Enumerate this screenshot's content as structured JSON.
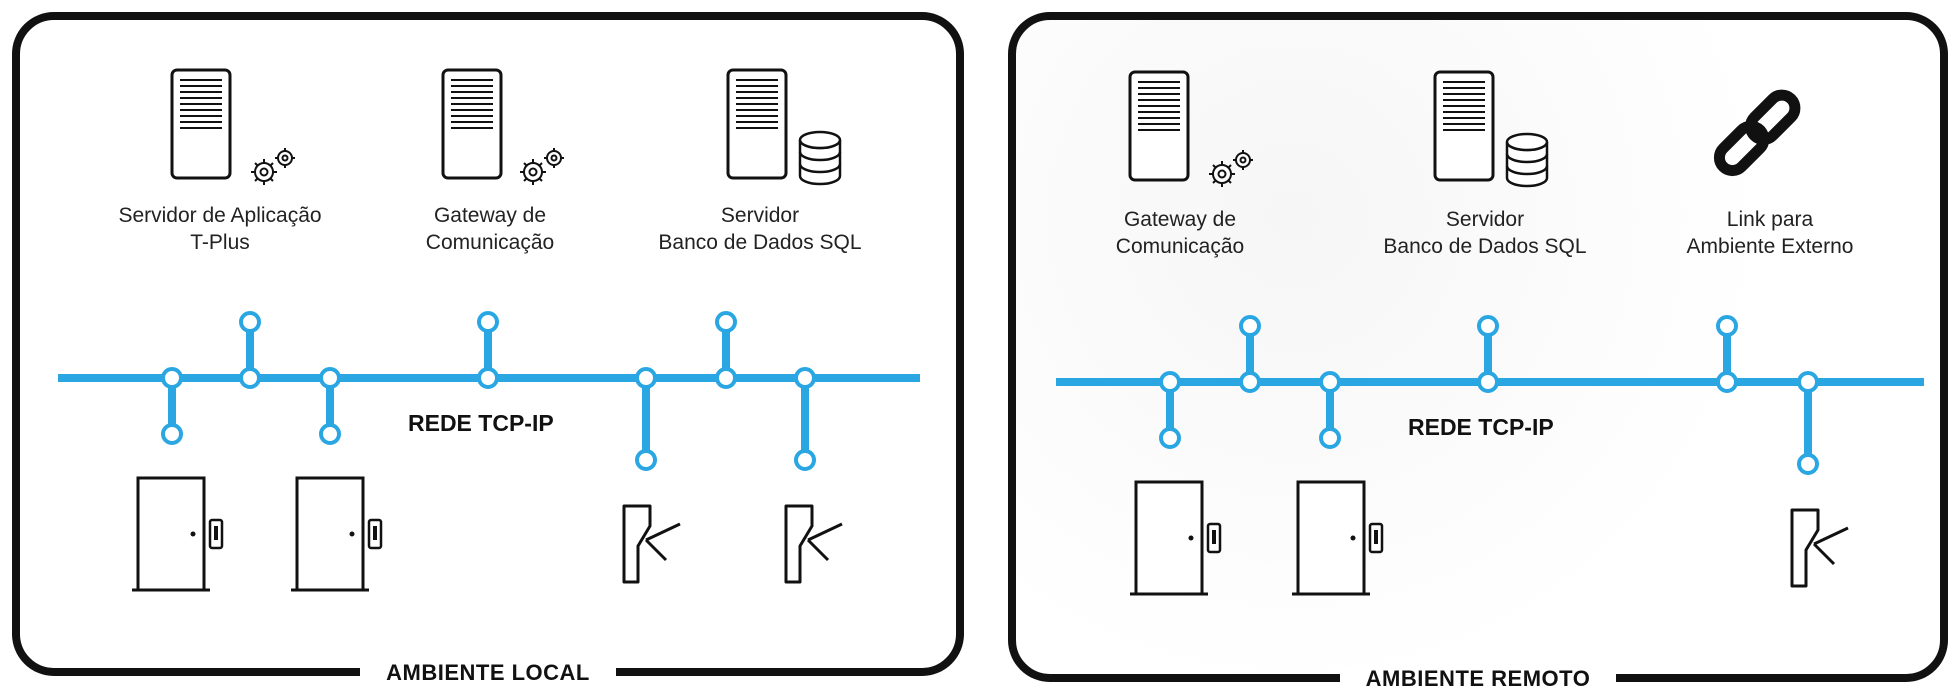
{
  "local": {
    "title": "AMBIENTE LOCAL",
    "network_label": "REDE TCP-IP",
    "servers": [
      {
        "line1": "Servidor de Aplicação",
        "line2": "T-Plus",
        "icon": "server-gear-icon"
      },
      {
        "line1": "Gateway de",
        "line2": "Comunicação",
        "icon": "server-gear-icon"
      },
      {
        "line1": "Servidor",
        "line2": "Banco de Dados SQL",
        "icon": "server-database-icon"
      }
    ],
    "devices": [
      "door-icon",
      "door-icon",
      "turnstile-icon",
      "turnstile-icon"
    ]
  },
  "remote": {
    "title": "AMBIENTE REMOTO",
    "network_label": "REDE TCP-IP",
    "servers": [
      {
        "line1": "Gateway de",
        "line2": "Comunicação",
        "icon": "server-gear-icon"
      },
      {
        "line1": "Servidor",
        "line2": "Banco de Dados SQL",
        "icon": "server-database-icon"
      },
      {
        "line1": "Link para",
        "line2": "Ambiente Externo",
        "icon": "chain-link-icon"
      }
    ],
    "devices": [
      "door-icon",
      "door-icon",
      "turnstile-icon"
    ]
  },
  "colors": {
    "network": "#2aa6e3",
    "outline": "#111111"
  }
}
